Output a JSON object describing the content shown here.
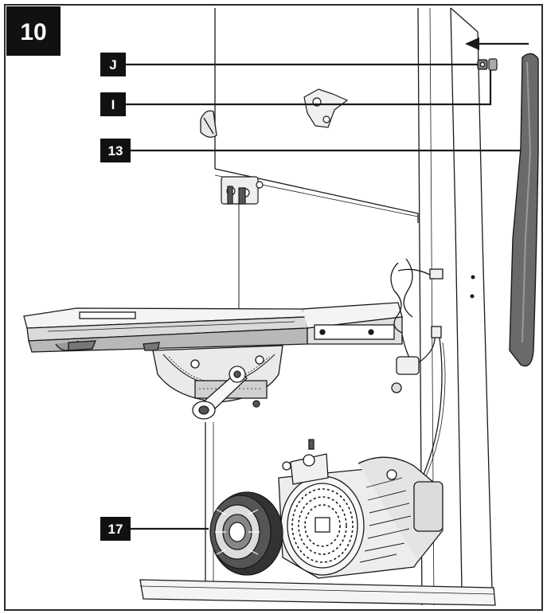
{
  "figure": {
    "number": "10"
  },
  "callouts": [
    {
      "id": "J",
      "text": "J"
    },
    {
      "id": "I",
      "text": "I"
    },
    {
      "id": "13",
      "text": "13"
    },
    {
      "id": "17",
      "text": "17"
    }
  ],
  "colors": {
    "frame": "#2b2b2b",
    "label_bg": "#111111",
    "line": "#1a1a1a",
    "fill_light": "#f4f4f4",
    "fill_mid": "#d9d9d9",
    "fill_dark": "#555555"
  }
}
